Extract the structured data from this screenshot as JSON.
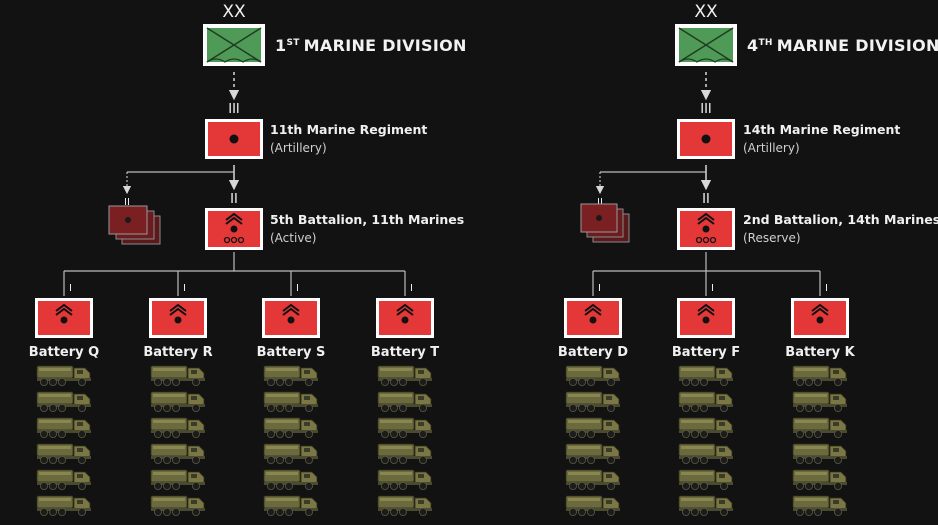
{
  "colors": {
    "background": "#121212",
    "division_green": "#4f9a57",
    "unit_red": "#e43838",
    "inactive_red": "#7a1f22",
    "line": "#bdbdbd",
    "vehicle_olive": "#6b6a3e"
  },
  "icons": {
    "division": "infantry-division-symbol",
    "regiment": "artillery-regiment-symbol",
    "battalion": "self-propelled-rocket-artillery-symbol",
    "inactive_stack": "stacked-battalion-symbol",
    "battery": "rocket-artillery-battery-symbol",
    "vehicle": "himars-truck-icon"
  },
  "left": {
    "division": {
      "echelon": "XX",
      "ordinal": "1",
      "suffix": "ST",
      "name": "MARINE DIVISION"
    },
    "regiment": {
      "echelon": "III",
      "name": "11th Marine Regiment",
      "role": "(Artillery)"
    },
    "inactive": {
      "echelon": "II"
    },
    "battalion": {
      "echelon": "II",
      "name": "5th Battalion, 11th Marines",
      "status": "(Active)"
    },
    "batteries": [
      {
        "echelon": "I",
        "name": "Battery Q",
        "vehicles": 6
      },
      {
        "echelon": "I",
        "name": "Battery R",
        "vehicles": 6
      },
      {
        "echelon": "I",
        "name": "Battery S",
        "vehicles": 6
      },
      {
        "echelon": "I",
        "name": "Battery T",
        "vehicles": 6
      }
    ]
  },
  "right": {
    "division": {
      "echelon": "XX",
      "ordinal": "4",
      "suffix": "TH",
      "name": "MARINE DIVISION"
    },
    "regiment": {
      "echelon": "III",
      "name": "14th Marine Regiment",
      "role": "(Artillery)"
    },
    "inactive": {
      "echelon": "II"
    },
    "battalion": {
      "echelon": "II",
      "name": "2nd Battalion, 14th Marines",
      "status": "(Reserve)"
    },
    "batteries": [
      {
        "echelon": "I",
        "name": "Battery D",
        "vehicles": 6
      },
      {
        "echelon": "I",
        "name": "Battery F",
        "vehicles": 6
      },
      {
        "echelon": "I",
        "name": "Battery K",
        "vehicles": 6
      }
    ]
  }
}
